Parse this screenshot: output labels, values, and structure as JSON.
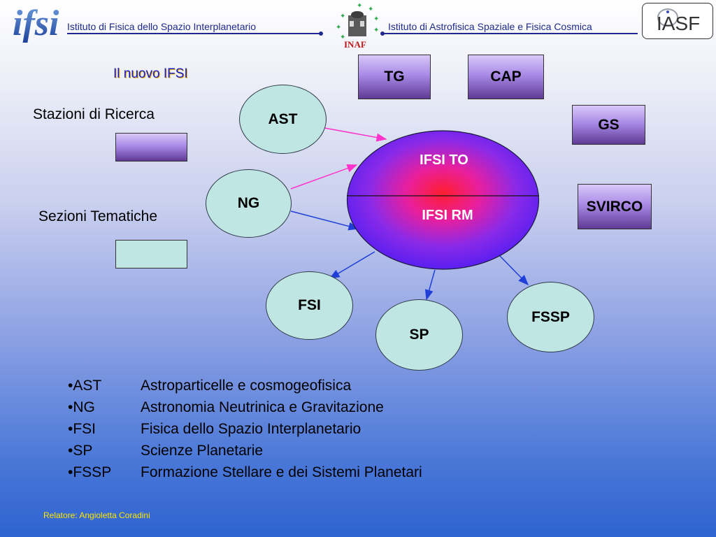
{
  "header": {
    "left_logo_text": "ifsi",
    "left_title": "Istituto di Fisica dello Spazio Interplanetario",
    "center_logo_text": "INAF",
    "right_title": "Istituto di Astrofisica Spaziale e Fisica Cosmica",
    "right_logo_text": "IASF"
  },
  "slide_title": "Il nuovo IFSI",
  "legend": {
    "stations_label": "Stazioni di Ricerca",
    "sections_label": "Sezioni Tematiche"
  },
  "boxes": {
    "tg": "TG",
    "cap": "CAP",
    "gs": "GS",
    "svirco": "SVIRCO"
  },
  "center": {
    "top_label": "IFSI TO",
    "bottom_label": "IFSI RM"
  },
  "circles": {
    "ast": "AST",
    "ng": "NG",
    "fsi": "FSI",
    "sp": "SP",
    "fssp": "FSSP"
  },
  "list": [
    {
      "abbr": "•AST",
      "desc": "Astroparticelle e cosmogeofisica"
    },
    {
      "abbr": "•NG",
      "desc": "Astronomia Neutrinica e Gravitazione"
    },
    {
      "abbr": "•FSI",
      "desc": "Fisica dello Spazio Interplanetario"
    },
    {
      "abbr": "•SP",
      "desc": "Scienze Planetarie"
    },
    {
      "abbr": "•FSSP",
      "desc": "Formazione Stellare e dei Sistemi Planetari"
    }
  ],
  "footer": "Relatore: Angioletta Coradini",
  "colors": {
    "header_text": "#1f2a8c",
    "title_text": "#1a1ac8",
    "arrow_magenta": "#ff33cc",
    "arrow_blue": "#1f3fd8",
    "section_fill": "#bfe6e2"
  }
}
